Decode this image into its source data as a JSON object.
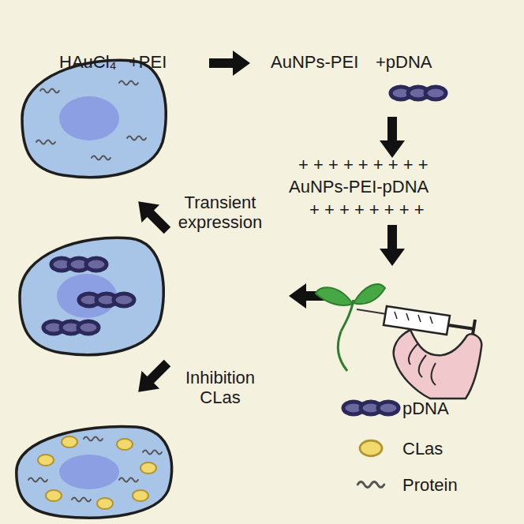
{
  "diagram": {
    "labels": [
      "HAuCl₄",
      "+PEI",
      "AuNPs-PEI",
      "+pDNA",
      "+ + + + + + + + +",
      "AuNPs-PEI-pDNA",
      "+ + + + + + + +",
      "Transient expression",
      "Inhibition CLas"
    ],
    "legend": [
      {
        "text": "pDNA"
      },
      {
        "text": "CLas"
      },
      {
        "text": "Protein"
      }
    ]
  }
}
